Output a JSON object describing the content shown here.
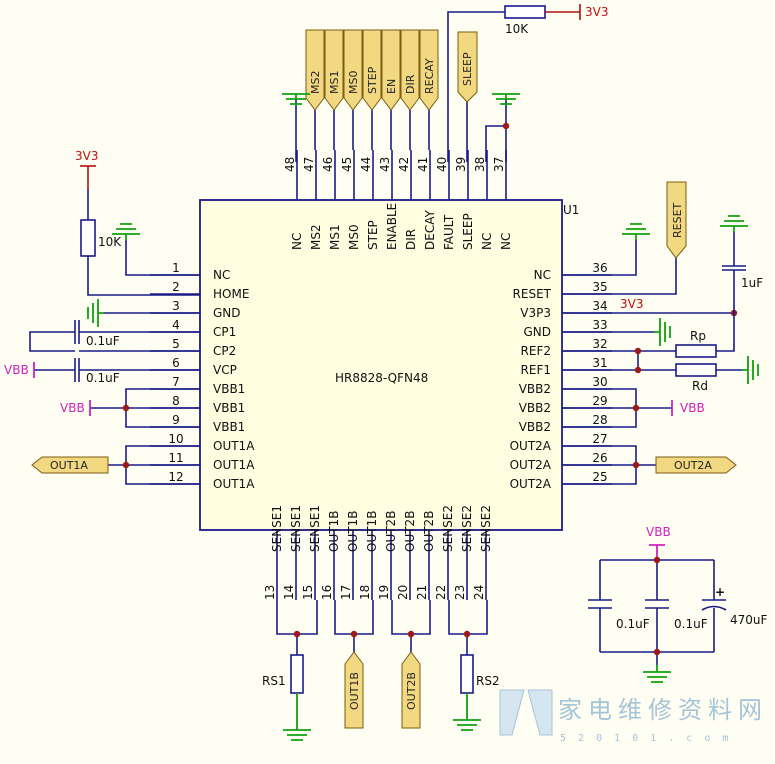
{
  "chip": {
    "ref": "U1",
    "part": "HR8828-QFN48"
  },
  "pins": {
    "left": [
      {
        "num": "1",
        "name": "NC"
      },
      {
        "num": "2",
        "name": "HOME"
      },
      {
        "num": "3",
        "name": "GND"
      },
      {
        "num": "4",
        "name": "CP1"
      },
      {
        "num": "5",
        "name": "CP2"
      },
      {
        "num": "6",
        "name": "VCP"
      },
      {
        "num": "7",
        "name": "VBB1"
      },
      {
        "num": "8",
        "name": "VBB1"
      },
      {
        "num": "9",
        "name": "VBB1"
      },
      {
        "num": "10",
        "name": "OUT1A"
      },
      {
        "num": "11",
        "name": "OUT1A"
      },
      {
        "num": "12",
        "name": "OUT1A"
      }
    ],
    "bottom": [
      {
        "num": "13",
        "name": "SENSE1"
      },
      {
        "num": "14",
        "name": "SENSE1"
      },
      {
        "num": "15",
        "name": "SENSE1"
      },
      {
        "num": "16",
        "name": "OUT1B"
      },
      {
        "num": "17",
        "name": "OUT1B"
      },
      {
        "num": "18",
        "name": "OUT1B"
      },
      {
        "num": "19",
        "name": "OUT2B"
      },
      {
        "num": "20",
        "name": "OUT2B"
      },
      {
        "num": "21",
        "name": "OUT2B"
      },
      {
        "num": "22",
        "name": "SENSE2"
      },
      {
        "num": "23",
        "name": "SENSE2"
      },
      {
        "num": "24",
        "name": "SENSE2"
      }
    ],
    "right": [
      {
        "num": "25",
        "name": "OUT2A"
      },
      {
        "num": "26",
        "name": "OUT2A"
      },
      {
        "num": "27",
        "name": "OUT2A"
      },
      {
        "num": "28",
        "name": "VBB2"
      },
      {
        "num": "29",
        "name": "VBB2"
      },
      {
        "num": "30",
        "name": "VBB2"
      },
      {
        "num": "31",
        "name": "REF1"
      },
      {
        "num": "32",
        "name": "REF2"
      },
      {
        "num": "33",
        "name": "GND"
      },
      {
        "num": "34",
        "name": "V3P3"
      },
      {
        "num": "35",
        "name": "RESET"
      },
      {
        "num": "36",
        "name": "NC"
      }
    ],
    "top": [
      {
        "num": "37",
        "name": "NC"
      },
      {
        "num": "38",
        "name": "NC"
      },
      {
        "num": "39",
        "name": "SLEEP"
      },
      {
        "num": "40",
        "name": "FAULT"
      },
      {
        "num": "41",
        "name": "DECAY"
      },
      {
        "num": "42",
        "name": "DIR"
      },
      {
        "num": "43",
        "name": "ENABLE"
      },
      {
        "num": "44",
        "name": "STEP"
      },
      {
        "num": "45",
        "name": "MS0"
      },
      {
        "num": "46",
        "name": "MS1"
      },
      {
        "num": "47",
        "name": "MS2"
      },
      {
        "num": "48",
        "name": "NC"
      }
    ]
  },
  "ports": {
    "top": [
      "MS2",
      "MS1",
      "MS0",
      "STEP",
      "EN",
      "DIR",
      "RECAY"
    ],
    "sleep": "SLEEP",
    "reset": "RESET",
    "out1a": "OUT1A",
    "out2a": "OUT2A",
    "out1b": "OUT1B",
    "out2b": "OUT2B"
  },
  "components": {
    "r_pullup_left": "10K",
    "r_pullup_top": "10K",
    "c_cp": "0.1uF",
    "c_vcp": "0.1uF",
    "c_ref": "1uF",
    "rp": "Rp",
    "rd": "Rd",
    "rs1": "RS1",
    "rs2": "RS2",
    "bulk_c1": "0.1uF",
    "bulk_c2": "0.1uF",
    "bulk_c3": "470uF"
  },
  "nets": {
    "v3v3": "3V3",
    "vbb": "VBB",
    "v3v3_pin34": "3V3"
  },
  "watermark": {
    "title": "家电维修资料网",
    "url": "5 2 0 1 0 1 . c o m"
  }
}
